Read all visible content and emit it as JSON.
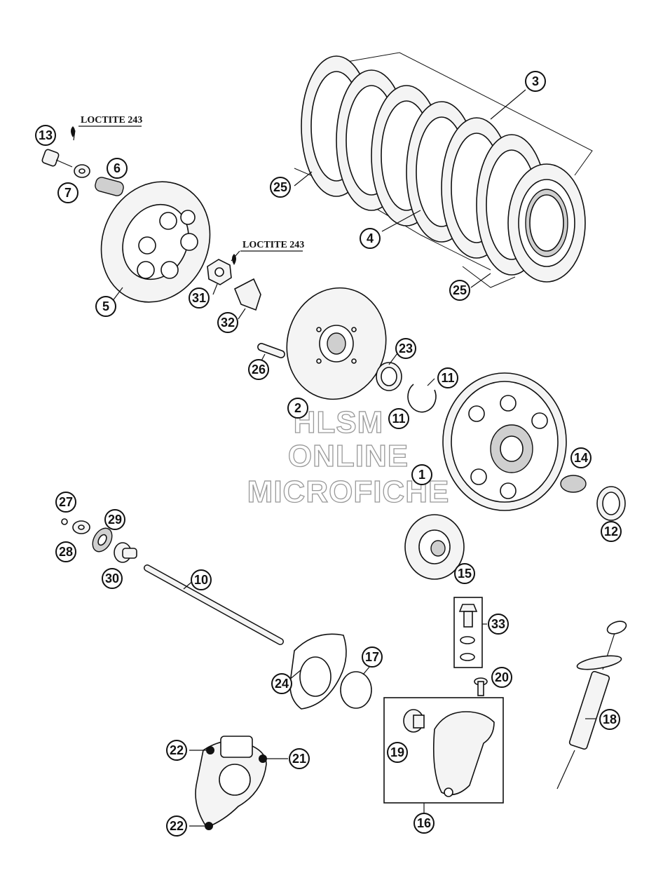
{
  "notes": {
    "loctite_a": "LOCTITE 243",
    "loctite_b": "LOCTITE 243"
  },
  "watermark": {
    "line1": "HLSM",
    "line2": "ONLINE",
    "line3": "MICROFICHE"
  },
  "callouts": {
    "c1": "1",
    "c2": "2",
    "c3": "3",
    "c4": "4",
    "c5": "5",
    "c6": "6",
    "c7": "7",
    "c10": "10",
    "c11a": "11",
    "c11b": "11",
    "c12": "12",
    "c13": "13",
    "c14": "14",
    "c15": "15",
    "c16": "16",
    "c17": "17",
    "c18": "18",
    "c19": "19",
    "c20": "20",
    "c21": "21",
    "c22a": "22",
    "c22b": "22",
    "c23": "23",
    "c24": "24",
    "c25a": "25",
    "c25b": "25",
    "c26": "26",
    "c27": "27",
    "c28": "28",
    "c29": "29",
    "c30": "30",
    "c31": "31",
    "c32": "32",
    "c33": "33"
  }
}
